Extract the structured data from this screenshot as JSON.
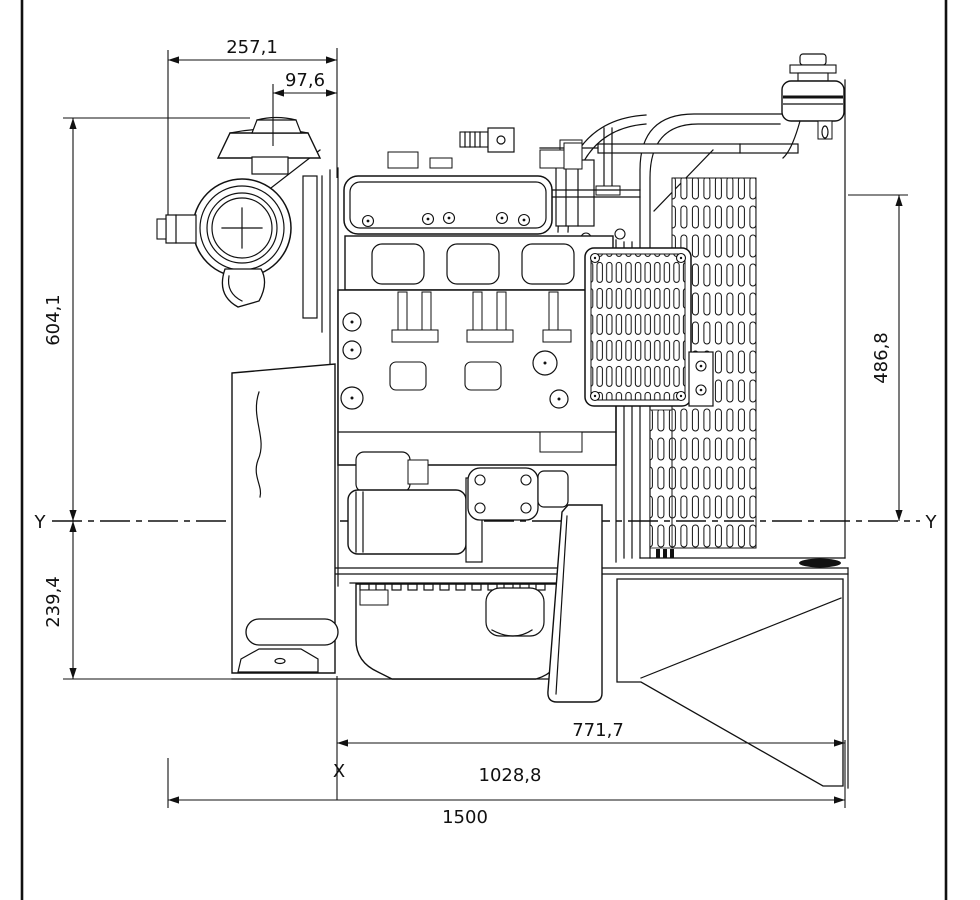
{
  "drawing": {
    "title": "Engine outline dimension drawing",
    "view": "side elevation",
    "units": "mm",
    "line_color": "#111111",
    "background": "#ffffff"
  },
  "axes": {
    "x_label": "X",
    "y_label_left": "Y",
    "y_label_right": "Y"
  },
  "dimensions": {
    "horizontal_top": [
      {
        "name": "dim-257-1",
        "label": "257,1"
      },
      {
        "name": "dim-97-6",
        "label": "97,6"
      }
    ],
    "vertical_left": [
      {
        "name": "dim-604-1",
        "label": "604,1"
      },
      {
        "name": "dim-239-4",
        "label": "239,4"
      }
    ],
    "vertical_right": [
      {
        "name": "dim-486-8",
        "label": "486,8"
      }
    ],
    "horizontal_bottom": [
      {
        "name": "dim-771-7",
        "label": "771,7"
      },
      {
        "name": "dim-1028-8",
        "label": "1028,8"
      },
      {
        "name": "dim-1500",
        "label": "1500"
      }
    ]
  },
  "components": [
    "air-cleaner",
    "air-cleaner-cap",
    "valve-cover",
    "intake-manifold",
    "cylinder-block",
    "crankshaft-pulley",
    "front-mounting-bracket",
    "starter-motor",
    "fuel-lift-pump",
    "oil-pan",
    "generator-mounting-foot",
    "flywheel-housing",
    "rear-grille-panel",
    "radiator",
    "radiator-louvers",
    "expansion-tank",
    "filler-cap",
    "base-frame",
    "support-gusset"
  ]
}
